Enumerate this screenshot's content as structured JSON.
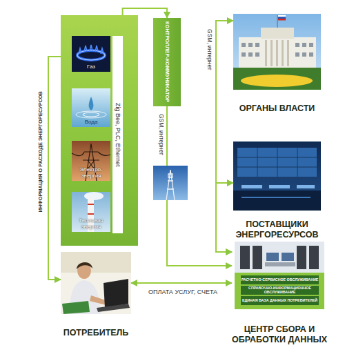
{
  "diagram": {
    "nodes": [
      {
        "text": []
      },
      {
        "text": [
          "Газ"
        ],
        "in": 0
      },
      {
        "text": [
          "Вода"
        ],
        "in": 0
      },
      {
        "text": [
          "Электро- энергия"
        ],
        "in": 0
      },
      {
        "text": [
          "Тепловая энергия"
        ],
        "in": 0
      },
      {
        "text": [
          "Zig Bee, PLC, Ethernet"
        ],
        "in": 0
      },
      {
        "text": [
          "КОНТРОЛЛЕР-КОММУНИКАТОР"
        ]
      },
      {
        "text": [
          "ОРГАНЫ ВЛАСТИ"
        ]
      },
      {
        "text": [
          "ПОСТАВЩИКИ ЭНЕРГОРЕСУРСОВ"
        ]
      },
      {
        "text": [
          "ЦЕНТР СБОРА И ОБРАБОТКИ ДАННЫХ"
        ]
      },
      {
        "text": [
          "РАСЧЕТНО-СЕРВИСНОЕ ОБСЛУЖИВАНИЕ"
        ],
        "in": 9
      },
      {
        "text": [
          "СПРАВОЧНО-ИНФОРМАЦИОННОЕ ОБСЛУЖИВАНИЕ"
        ],
        "in": 9
      },
      {
        "text": [
          "ЕДИНАЯ БАЗА ДАННЫХ ПОТРЕБИТЕЛЕЙ"
        ],
        "in": 9
      },
      {
        "text": [
          "ПОТРЕБИТЕЛЬ"
        ]
      }
    ],
    "edges": [
      {
        "from": 0,
        "to": 6,
        "arrow": "to"
      },
      {
        "from": 6,
        "to": 9,
        "label": "GSM, интернет",
        "arrow": "to"
      },
      {
        "from": 9,
        "to": 7,
        "label": "GSM, интернет",
        "arrow": "both"
      },
      {
        "from": 9,
        "to": 8,
        "arrow": "both"
      },
      {
        "from": 0,
        "to": 13,
        "label": "ИНФОРМАЦИЯ О РАСХОДЕ ЭНЕРГОРЕСУРСОВ",
        "arrow": "to"
      },
      {
        "from": 13,
        "to": 9,
        "label": "ОПЛАТА УСЛУГ, СЧЕТА",
        "arrow": "both"
      }
    ]
  }
}
